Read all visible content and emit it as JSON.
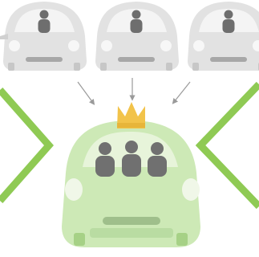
{
  "scene": {
    "small_cars": [
      {
        "id": "left",
        "passengers": 1
      },
      {
        "id": "middle",
        "passengers": 1
      },
      {
        "id": "right",
        "passengers": 1
      }
    ],
    "big_car": {
      "passengers": 3,
      "has_crown": true
    },
    "icons": {
      "small_car": "gray-car-icon",
      "big_car": "green-car-icon",
      "crown": "crown-icon",
      "arrow": "arrow-down-icon",
      "chevron_left": "chevron-right-icon",
      "chevron_right": "chevron-left-icon",
      "passenger": "person-icon"
    }
  },
  "colors": {
    "background": "#ffffff",
    "gray_car_body": "#d9d9d9",
    "gray_car_light": "#efefef",
    "gray_car_dark": "#9a9a9a",
    "passenger": "#6e6e6e",
    "green_car_body": "#cde9b6",
    "green_car_light": "#e8f5dc",
    "green_car_dark": "#a6d186",
    "crown": "#f2c34a",
    "chevron": "#8fca54",
    "arrow": "#9a9a9a"
  }
}
